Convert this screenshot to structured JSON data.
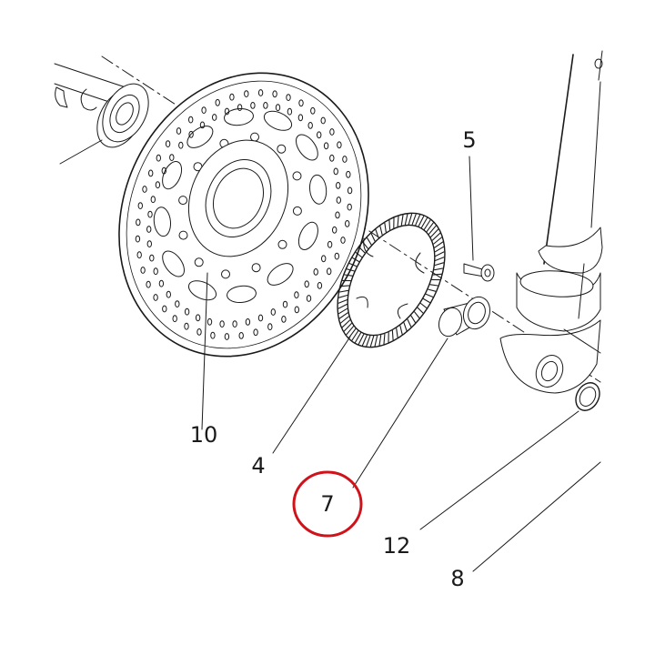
{
  "diagram": {
    "labels": [
      {
        "id": "10",
        "text": "10"
      },
      {
        "id": "4",
        "text": "4"
      },
      {
        "id": "5",
        "text": "5"
      },
      {
        "id": "7",
        "text": "7"
      },
      {
        "id": "12",
        "text": "12"
      },
      {
        "id": "8",
        "text": "8"
      }
    ],
    "highlight_color": "#d0121b",
    "line_color": "#1a1a1a"
  }
}
